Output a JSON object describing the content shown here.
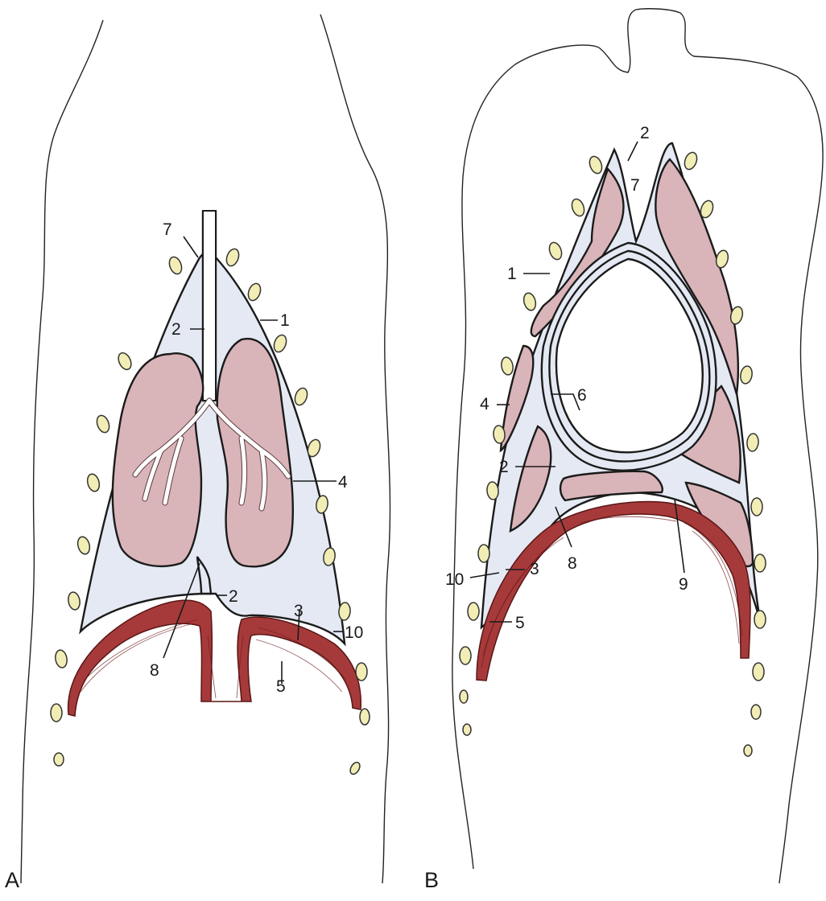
{
  "panels": [
    {
      "letter": "A",
      "labels": {
        "l1": "1",
        "l2a": "2",
        "l2b": "2",
        "l3": "3",
        "l4": "4",
        "l5": "5",
        "l7": "7",
        "l8": "8",
        "l10": "10"
      }
    },
    {
      "letter": "B",
      "labels": {
        "l1": "1",
        "l2a": "2",
        "l2b": "2",
        "l3": "3",
        "l4": "4",
        "l5": "5",
        "l6": "6",
        "l7": "7",
        "l8": "8",
        "l9": "9",
        "l10": "10"
      }
    }
  ],
  "colors": {
    "lung": "#d9b4b8",
    "pleural_space": "#e4e9f3",
    "diaphragm": "#a63a3a",
    "rib": "#f1edb4"
  }
}
